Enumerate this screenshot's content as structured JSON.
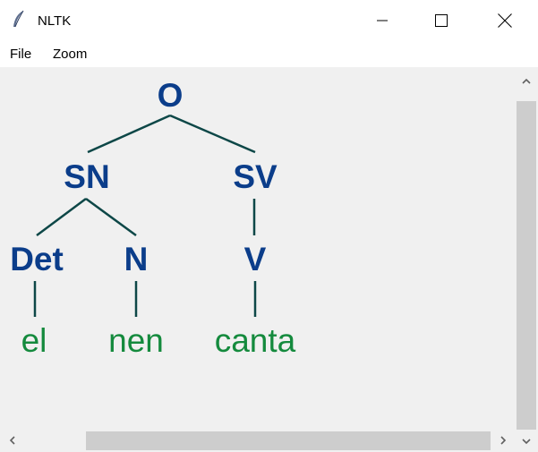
{
  "window": {
    "title": "NLTK",
    "icons": {
      "app": "feather-icon",
      "minimize": "minimize-icon",
      "maximize": "maximize-icon",
      "close": "close-icon"
    }
  },
  "menu": {
    "file": "File",
    "zoom": "Zoom"
  },
  "tree": {
    "colors": {
      "node": "#0b3d8a",
      "leaf": "#148a3d",
      "edge": "#0d4747"
    },
    "root": "O",
    "np": "SN",
    "vp": "SV",
    "det": "Det",
    "noun": "N",
    "verb": "V",
    "word_det": "el",
    "word_noun": "nen",
    "word_verb": "canta"
  },
  "scrollbars": {
    "icons": {
      "up": "chevron-up-icon",
      "down": "chevron-down-icon",
      "left": "chevron-left-icon",
      "right": "chevron-right-icon"
    }
  }
}
